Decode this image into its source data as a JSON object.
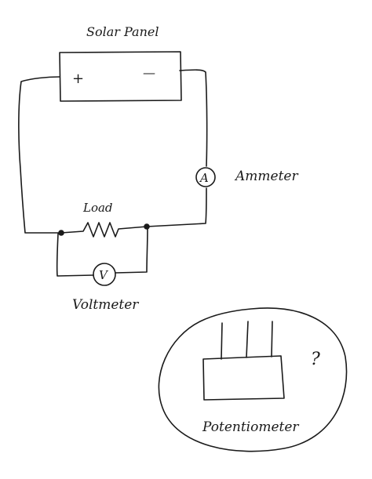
{
  "labels": {
    "solar_panel": "Solar Panel",
    "plus": "+",
    "minus": "—",
    "ammeter_symbol": "A",
    "ammeter": "Ammeter",
    "load": "Load",
    "voltmeter_symbol": "V",
    "voltmeter": "Voltmeter",
    "question_mark": "?",
    "potentiometer": "Potentiometer"
  },
  "colors": {
    "ink": "#1a1a1a",
    "background": "#ffffff"
  }
}
